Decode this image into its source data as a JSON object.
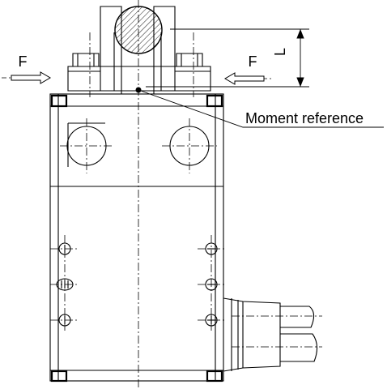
{
  "labels": {
    "force_left": "F",
    "force_right": "F",
    "length": "L",
    "moment_reference": "Moment reference"
  }
}
